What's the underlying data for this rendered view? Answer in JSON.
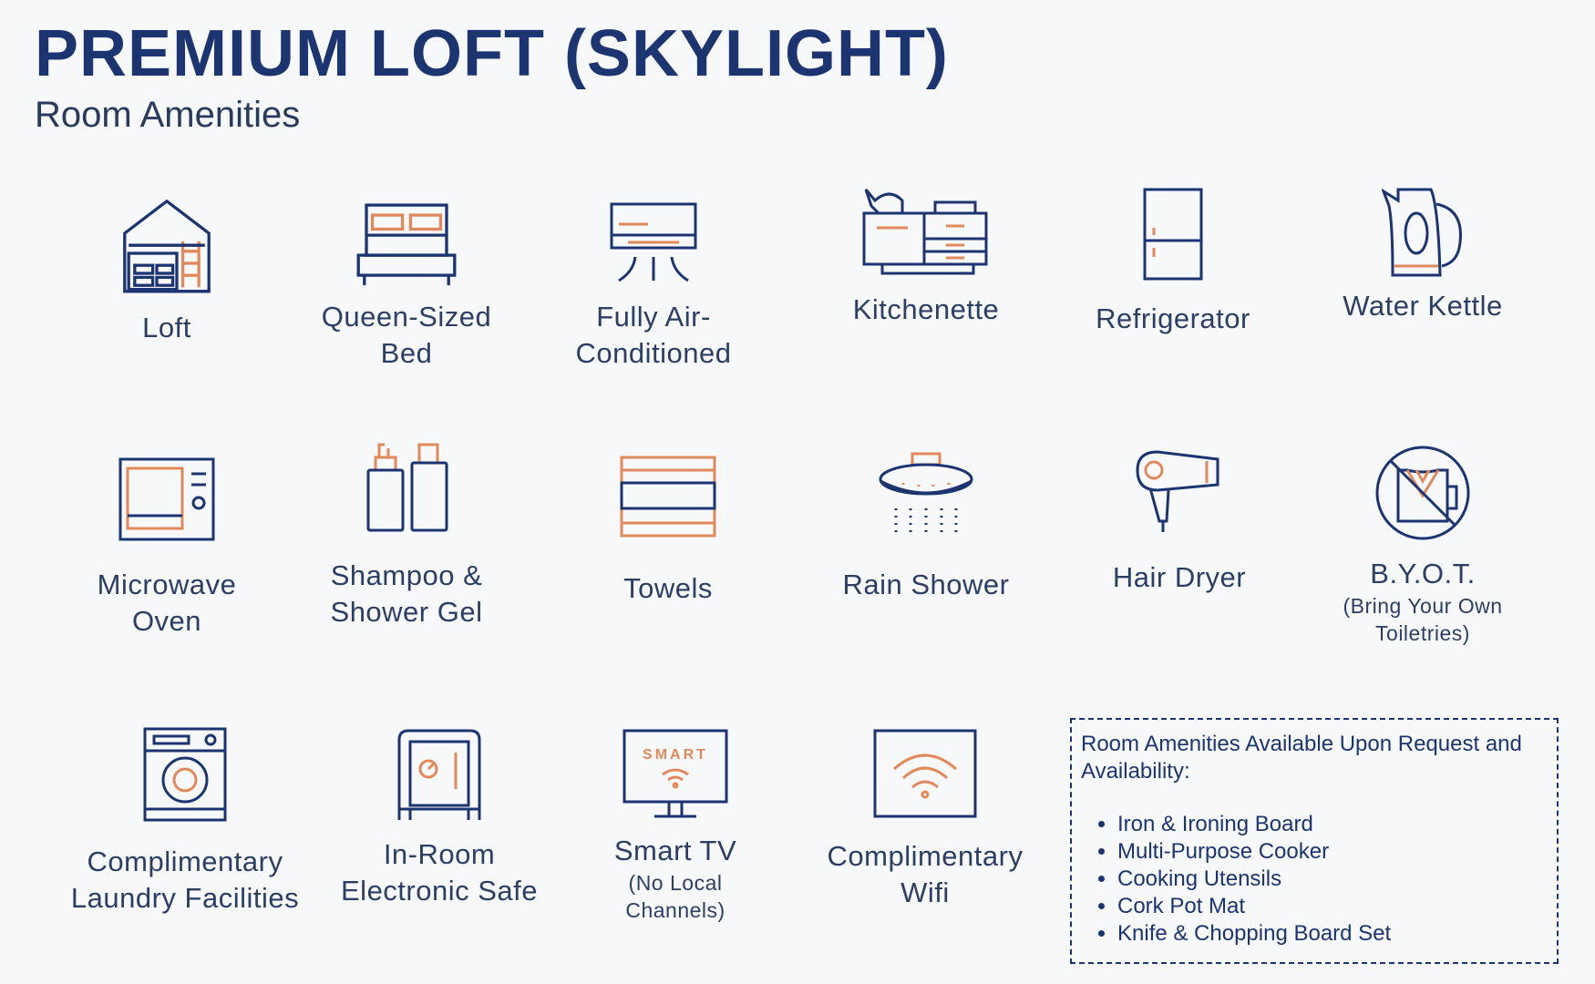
{
  "header": {
    "title": "PREMIUM LOFT (SKYLIGHT)",
    "subtitle": "Room Amenities"
  },
  "amenities": [
    {
      "icon": "loft-icon",
      "label": "Loft"
    },
    {
      "icon": "bed-icon",
      "label": "Queen-Sized Bed"
    },
    {
      "icon": "air-conditioner-icon",
      "label": "Fully Air-Conditioned"
    },
    {
      "icon": "kitchenette-icon",
      "label": "Kitchenette"
    },
    {
      "icon": "refrigerator-icon",
      "label": "Refrigerator"
    },
    {
      "icon": "water-kettle-icon",
      "label": "Water Kettle"
    },
    {
      "icon": "microwave-icon",
      "label": "Microwave Oven"
    },
    {
      "icon": "shampoo-bottles-icon",
      "label": "Shampoo & Shower Gel"
    },
    {
      "icon": "towels-icon",
      "label": "Towels"
    },
    {
      "icon": "rain-shower-icon",
      "label": "Rain Shower"
    },
    {
      "icon": "hair-dryer-icon",
      "label": "Hair Dryer"
    },
    {
      "icon": "no-toiletries-icon",
      "label": "B.Y.O.T.",
      "note": "(Bring Your Own Toiletries)"
    },
    {
      "icon": "washing-machine-icon",
      "label": "Complimentary Laundry Facilities"
    },
    {
      "icon": "safe-icon",
      "label": "In-Room Electronic Safe"
    },
    {
      "icon": "smart-tv-icon",
      "label": "Smart TV",
      "note": "(No Local Channels)",
      "screen_text": "SMART"
    },
    {
      "icon": "wifi-icon",
      "label": "Complimentary Wifi"
    }
  ],
  "request_box": {
    "heading": "Room Amenities Available Upon Request and Availability:",
    "items": [
      "Iron & Ironing Board",
      "Multi-Purpose Cooker",
      "Cooking Utensils",
      "Cork Pot Mat",
      "Knife & Chopping Board Set"
    ]
  },
  "colors": {
    "navy": "#1c3470",
    "orange": "#e2895c",
    "background": "#f7f8f9"
  }
}
